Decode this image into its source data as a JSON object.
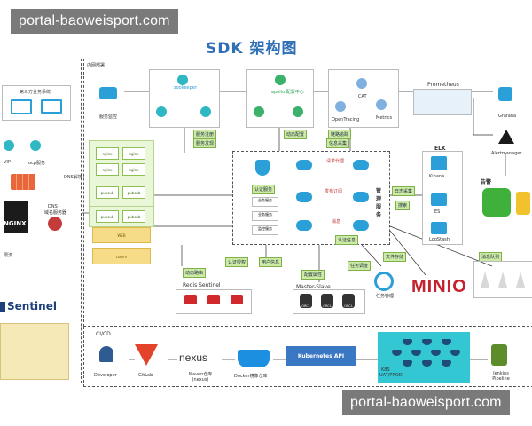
{
  "watermark_top": "portal-baoweisport.com",
  "watermark_bottom": "portal-baoweisport.com",
  "title": "SDK 架构图",
  "left": {
    "third_party": "第三方业务系统",
    "vip": "VIP",
    "ocp": "ocp服务",
    "dns": "DNS",
    "dns_sub": "域名服务器",
    "dns_parse": "DNS解析",
    "sentinel": "Sentinel",
    "nginx": "NGINX",
    "flow": "限流"
  },
  "intranet": {
    "label": "内网部署",
    "service_monitor": "服务监控",
    "zookeeper": "zookeeper",
    "apollo": "apollo 配置中心",
    "cat": "CAT",
    "opentracing": "OpenTracing",
    "metrics": "Metrics",
    "prometheus": "Prometheus",
    "grafana": "Grafana",
    "alertmanager": "Alertmanager",
    "alarm": "告警",
    "service_register": "服务注册",
    "service_discovery": "服务发现",
    "dynamic_config": "动态配置",
    "link_trace": "链路追踪",
    "info_collect": "信息采集",
    "elk": "ELK",
    "kibana": "Kibana",
    "es": "ES",
    "logstash": "LogStash",
    "log_collect": "日志采集",
    "search": "搜索",
    "manage_service": "管理服务",
    "request_proxy": "请求代理",
    "publish_subscribe": "发布订阅",
    "message": "消息",
    "auth_info": "认证信息",
    "module_labels": [
      "认证服务",
      "业务服务",
      "业务服务",
      "监控服务"
    ],
    "green_cells": [
      "nginx",
      "nginx",
      "nginx",
      "nginx",
      "pubsub",
      "pubsub",
      "pubsub",
      "pubsub"
    ],
    "web": "WEB",
    "comm": "comm",
    "dynamic_route": "动态路由",
    "auth_grant": "认证授权",
    "user_info": "用户信息",
    "redis_sentinel": "Redis Sentinel",
    "config_attr": "配置属性",
    "master_slave": "Master-Slave",
    "orcl": "ORCL",
    "task_schedule": "任务调度",
    "task_manage": "任务管理",
    "file_store": "文件存储",
    "minio": "MINIO",
    "msg_queue": "消息队列"
  },
  "cicd": {
    "label": "CI/CD",
    "developer": "Developer",
    "gitlab": "GitLab",
    "nexus": "nexus",
    "maven": "Maven仓库 (nexus)",
    "docker": "Docker镜像仓库",
    "k8s_api": "Kubernetes API",
    "k8s": "K8S",
    "k8s_env": "UAT/PROD",
    "jenkins": "Jenkins Pipeline"
  },
  "colors": {
    "title": "#2e6fb6",
    "green_label": "#cdeaa6",
    "k8s": "#33c7d4",
    "redis": "#d0282b",
    "minio": "#c3222f"
  }
}
